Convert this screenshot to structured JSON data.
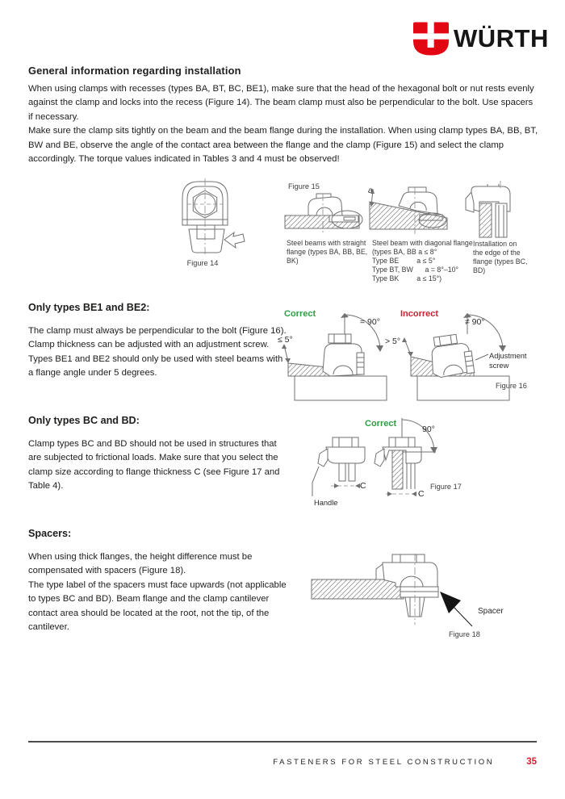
{
  "colors": {
    "brand_red": "#e30613",
    "correct_green": "#2f9e44",
    "incorrect_red": "#cc2231",
    "page_red": "#d5202f",
    "ink": "#1d1d1b",
    "line_gray": "#707070"
  },
  "logo": {
    "wordmark": "WÜRTH"
  },
  "general": {
    "heading": "General information regarding installation",
    "para1": "When using clamps with recesses (types BA, BT, BC, BE1), make sure that the head of the hexagonal bolt or nut rests evenly against the clamp and locks into the recess (Figure 14). The beam clamp must also be perpendicular to the bolt. Use spacers if necessary.",
    "para2": "Make sure the clamp sits tightly on the beam and the beam flange during the installation. When using clamp types BA, BB, BT, BW and BE, observe the angle of the contact area between the flange and the clamp (Figure 15) and select the clamp accordingly. The torque values indicated in Tables 3 and 4 must be observed!"
  },
  "figure14": {
    "caption": "Figure 14"
  },
  "figure15": {
    "label": "Figure 15",
    "caption_straight": "Steel beams with straight flange (types BA, BB, BE, BK)",
    "caption_diagonal_title": "Steel beam with diagonal flange",
    "caption_diagonal_l1": "(types BA, BB a ≤ 8°",
    "caption_diagonal_l2": "Type BE         a ≤ 5°",
    "caption_diagonal_l3": "Type BT, BW      a = 8°–10°",
    "caption_diagonal_l4": "Type BK         a ≤ 15°)",
    "caption_edge": "Installation on the edge of the flange (types BC, BD)",
    "angle_letter": "a"
  },
  "section_be": {
    "heading": "Only types BE1 and BE2:",
    "body": "The clamp must always be perpendicular to the bolt (Figure 16). Clamp thickness can be adjusted with an adjustment screw. Types BE1 and BE2 should only be used with steel beams with a flange angle under 5 degrees."
  },
  "figure16": {
    "correct": "Correct",
    "incorrect": "Incorrect",
    "equal_90": "= 90°",
    "not_equal_90": "≠ 90°",
    "max_5": "≤ 5°",
    "over_5": "> 5°",
    "adjustment_screw": "Adjustment screw",
    "caption": "Figure 16"
  },
  "section_bc": {
    "heading": "Only types BC and BD:",
    "body": "Clamp types BC and BD should not be used in structures that are subjected to frictional loads. Make sure that you select the clamp size according to flange thickness C (see Figure 17 and Table 4)."
  },
  "figure17": {
    "correct": "Correct",
    "angle_90": "90°",
    "dim_c_left": "C",
    "dim_c_right": "C",
    "handle": "Handle",
    "caption": "Figure 17"
  },
  "section_spacers": {
    "heading": "Spacers:",
    "body1": "When using thick flanges, the height difference must be compensated with spacers (Figure 18).",
    "body2": "The type label of the spacers must face upwards (not applicable to types BC and BD). Beam flange and the clamp cantilever contact area should be located at the root, not the tip, of the cantilever."
  },
  "figure18": {
    "spacer": "Spacer",
    "caption": "Figure 18"
  },
  "footer": {
    "title": "FASTENERS FOR STEEL CONSTRUCTION",
    "page": "35"
  }
}
